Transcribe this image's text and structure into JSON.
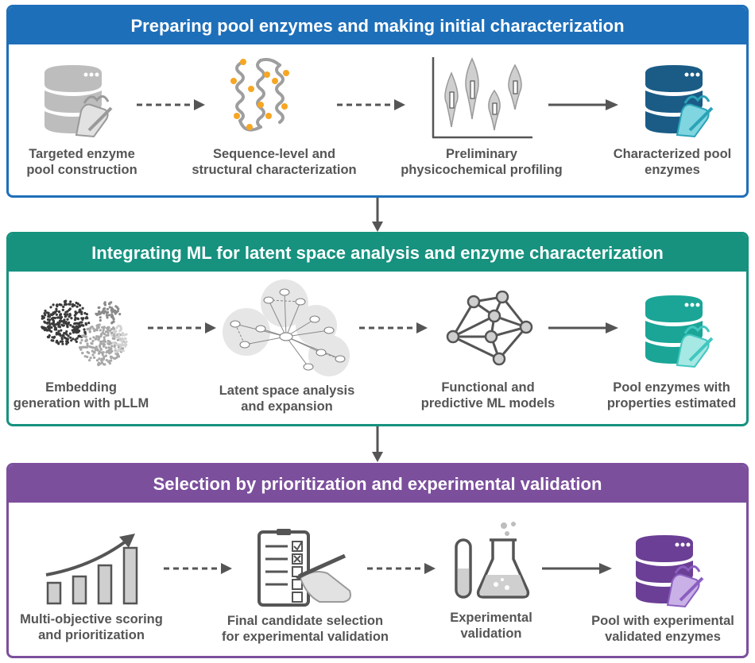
{
  "colors": {
    "blue": "#1e6fb9",
    "teal": "#16927f",
    "purple": "#7c4f9d",
    "gray": "#555555",
    "light_gray": "#bdbdbd",
    "orange": "#f6a623",
    "navy_db": "#1a5c86",
    "teal_db": "#1aa597",
    "teal_hand": "#42c7c0",
    "purple_db": "#6b3f95",
    "purple_hand": "#8b5fc0"
  },
  "panels": [
    {
      "title": "Preparing pool enzymes and making initial characterization",
      "steps": [
        {
          "label_lines": [
            "Targeted enzyme",
            "pool construction"
          ],
          "icon": "gray-database-hand-icon"
        },
        {
          "label_lines": [
            "Sequence-level and",
            "structural characterization"
          ],
          "icon": "protein-structure-icon"
        },
        {
          "label_lines": [
            "Preliminary",
            "physicochemical profiling"
          ],
          "icon": "violin-plot-icon"
        },
        {
          "label_lines": [
            "Characterized pool",
            "enzymes"
          ],
          "icon": "blue-database-hand-icon"
        }
      ]
    },
    {
      "title": "Integrating ML for latent space analysis and enzyme characterization",
      "steps": [
        {
          "label_lines": [
            "Embedding",
            "generation with pLLM"
          ],
          "icon": "embedding-cluster-icon"
        },
        {
          "label_lines": [
            "Latent space analysis",
            "and expansion"
          ],
          "icon": "network-graph-icon"
        },
        {
          "label_lines": [
            "Functional and",
            "predictive ML models"
          ],
          "icon": "ml-graph-icon"
        },
        {
          "label_lines": [
            "Pool enzymes with",
            "properties estimated"
          ],
          "icon": "teal-database-hand-icon"
        }
      ]
    },
    {
      "title": "Selection by prioritization and experimental validation",
      "steps": [
        {
          "label_lines": [
            "Multi-objective scoring",
            "and prioritization"
          ],
          "icon": "rising-bars-icon"
        },
        {
          "label_lines": [
            "Final candidate selection",
            "for experimental validation"
          ],
          "icon": "checklist-icon"
        },
        {
          "label_lines": [
            "Experimental",
            "validation"
          ],
          "icon": "lab-glassware-icon"
        },
        {
          "label_lines": [
            "Pool with experimental",
            "validated enzymes"
          ],
          "icon": "purple-database-hand-icon"
        }
      ]
    }
  ]
}
